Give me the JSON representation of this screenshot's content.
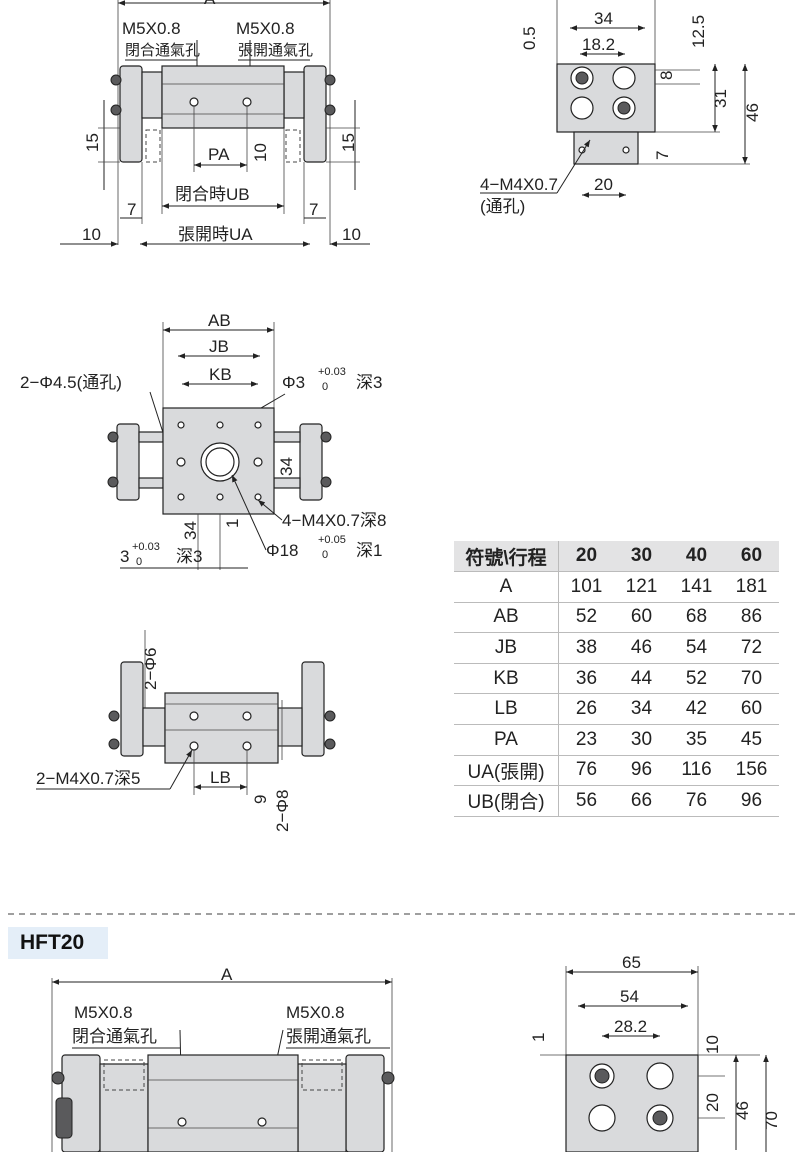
{
  "top_left": {
    "label_a": "A",
    "port_close_thread": "M5X0.8",
    "port_close_text": "閉合通氣孔",
    "port_open_thread": "M5X0.8",
    "port_open_text": "張開通氣孔",
    "dim_15_left": "15",
    "dim_15_right": "15",
    "dim_pa": "PA",
    "dim_10_mid": "10",
    "dim_ub": "閉合時UB",
    "dim_7_left": "7",
    "dim_7_right": "7",
    "dim_10_left": "10",
    "dim_10_right": "10",
    "dim_ua": "張開時UA"
  },
  "top_right": {
    "dim_34": "34",
    "dim_18_2": "18.2",
    "dim_0_5": "0.5",
    "dim_12_5": "12.5",
    "dim_8": "8",
    "dim_31": "31",
    "dim_46": "46",
    "dim_7": "7",
    "dim_20": "20",
    "hole_thread": "4−M4X0.7",
    "hole_note": "(通孔)"
  },
  "middle": {
    "dim_ab": "AB",
    "dim_jb": "JB",
    "dim_kb": "KB",
    "hole_left": "2−Φ4.5(通孔)",
    "pin_top_pre": "Φ3",
    "pin_top_tol_up": "+0.03",
    "pin_top_tol_dn": "0",
    "pin_top_post": "深3",
    "dim_34_right": "34",
    "dim_34_bottom": "34",
    "dim_1": "1",
    "thread_right": "4−M4X0.7深8",
    "bore_pre": "Φ18",
    "bore_tol_up": "+0.05",
    "bore_tol_dn": "0",
    "bore_post": "深1",
    "pin_bot_pre": "3",
    "pin_bot_tol_up": "+0.03",
    "pin_bot_tol_dn": "0",
    "pin_bot_post": "深3"
  },
  "bottom_left": {
    "dim_phi6": "2−Φ6",
    "thread": "2−M4X0.7深5",
    "dim_lb": "LB",
    "dim_9": "9",
    "dim_phi8": "2−Φ8"
  },
  "table": {
    "header": [
      "符號\\行程",
      "20",
      "30",
      "40",
      "60"
    ],
    "rows": [
      [
        "A",
        "101",
        "121",
        "141",
        "181"
      ],
      [
        "AB",
        "52",
        "60",
        "68",
        "86"
      ],
      [
        "JB",
        "38",
        "46",
        "54",
        "72"
      ],
      [
        "KB",
        "36",
        "44",
        "52",
        "70"
      ],
      [
        "LB",
        "26",
        "34",
        "42",
        "60"
      ],
      [
        "PA",
        "23",
        "30",
        "35",
        "45"
      ],
      [
        "UA(張開)",
        "76",
        "96",
        "116",
        "156"
      ],
      [
        "UB(閉合)",
        "56",
        "66",
        "76",
        "96"
      ]
    ]
  },
  "hft20": {
    "title": "HFT20",
    "label_a": "A",
    "port_close_thread": "M5X0.8",
    "port_close_text": "閉合通氣孔",
    "port_open_thread": "M5X0.8",
    "port_open_text": "張開通氣孔",
    "dim_65": "65",
    "dim_54": "54",
    "dim_28_2": "28.2",
    "dim_1": "1",
    "dim_10": "10",
    "dim_20": "20",
    "dim_46": "46",
    "dim_70": "70"
  }
}
